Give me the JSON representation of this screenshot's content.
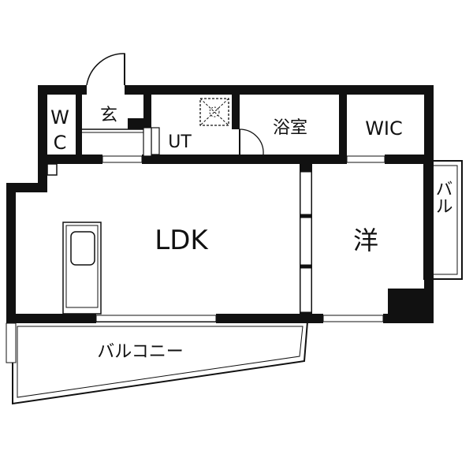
{
  "floorplan": {
    "rooms": {
      "wc_line1": "W",
      "wc_line2": "C",
      "entrance": "玄",
      "utility": "UT",
      "bath": "浴室",
      "closet": "WIC",
      "ldk": "LDK",
      "western_room": "洋",
      "side_balcony": "バル",
      "balcony": "バルコニー"
    },
    "colors": {
      "wall": "#111111",
      "line": "#111111",
      "background": "#ffffff"
    }
  }
}
